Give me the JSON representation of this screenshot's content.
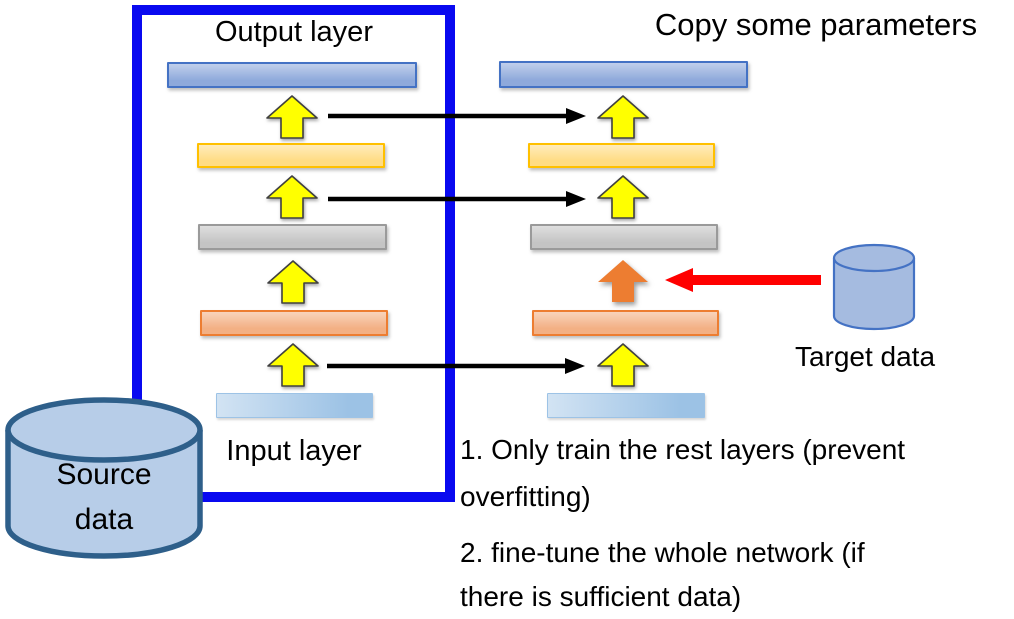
{
  "title": "Copy some parameters",
  "source_network": {
    "output_label": "Output layer",
    "input_label": "Input layer"
  },
  "source_data": {
    "lines": [
      "Source",
      "data"
    ]
  },
  "target_data": {
    "label": "Target data"
  },
  "notes": [
    {
      "lines": [
        "1. Only train the rest layers (prevent",
        "overfitting)"
      ]
    },
    {
      "lines": [
        "2. fine-tune the whole network (if",
        "there is sufficient data)"
      ]
    }
  ],
  "layers": [
    {
      "name": "output-layer",
      "fill": "#8EA9DB",
      "border": "#4472C4"
    },
    {
      "name": "hidden-layer-3",
      "fill": "#FFDC84",
      "border": "#FFC000"
    },
    {
      "name": "hidden-layer-2",
      "fill": "#C4C4C4",
      "border": "#9A9A9A"
    },
    {
      "name": "hidden-layer-1",
      "fill": "#F3B084",
      "border": "#ED7D31"
    },
    {
      "name": "input-layer",
      "fill": "#9CC2E5",
      "border": "#9DC3E6"
    }
  ],
  "colors": {
    "box_border": "#0909F0",
    "yellow_arrow_fill": "#FFFF00",
    "yellow_arrow_stroke": "#404040",
    "orange_arrow_fill": "#ED7D31",
    "copy_arrow": "#000000",
    "transfer_arrow": "#FF0000",
    "source_cylinder_fill": "#B7CDE8",
    "source_cylinder_stroke": "#2E5F8A",
    "target_cylinder_fill": "#A5BBE0",
    "target_cylinder_stroke": "#4472C4",
    "text": "#000000"
  },
  "icons": {
    "up_arrow": "block-arrow-up",
    "orange_up_arrow": "block-arrow-up",
    "copy_arrow": "thin-arrow-right",
    "transfer_arrow": "block-arrow-left",
    "source_database": "cylinder",
    "target_database": "cylinder"
  }
}
